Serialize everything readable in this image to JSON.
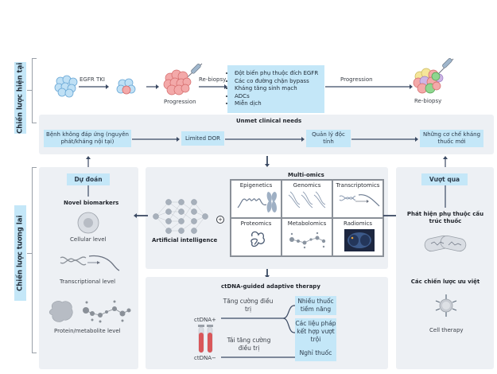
{
  "side_labels": {
    "current": "Chiến lược hiện tại",
    "future": "Chiến lược tương lai"
  },
  "top_flow": {
    "egfr_tki": "EGFR TKI",
    "progression_label": "Progression",
    "rebiopsy_arrow": "Re-biopsy",
    "bullets": [
      "Đột biến phụ thuộc đích EGFR",
      "Các co đường chặn bypass",
      "Kháng tăng sinh mạch",
      "ADCs",
      "Miễn dịch"
    ],
    "progression_arrow": "Progression",
    "rebiopsy_label": "Re-biopsy"
  },
  "unmet": {
    "title": "Unmet clinical needs",
    "boxes": [
      "Bệnh không đáp ứng (nguyên phát/kháng nội tại)",
      "Limited DOR",
      "Quản lý độc tính",
      "Những cơ chế kháng thuốc mới"
    ]
  },
  "predict": {
    "tag": "Dự đoán",
    "title": "Novel biomarkers",
    "levels": [
      "Cellular level",
      "Transcriptional level",
      "Protein/metabolite level"
    ]
  },
  "center": {
    "ai_label": "Artificial intelligence",
    "plus": "+",
    "multiomics_title": "Multi-omics",
    "omics": [
      "Epigenetics",
      "Genomics",
      "Transcriptomics",
      "Proteomics",
      "Metabolomics",
      "Radiomics"
    ]
  },
  "ctdna": {
    "title": "ctDNA-guided adaptive therapy",
    "pos_label": "ctDNA+",
    "neg_label": "ctDNA−",
    "escalate": "Tăng cường điều trị",
    "deescalate": "Tái tăng cường điều trị",
    "outcomes": [
      "Nhiều thuốc tiềm năng",
      "Các liệu pháp kết hợp vượt trội",
      "Nghỉ thuốc"
    ]
  },
  "overcome": {
    "tag": "Vượt qua",
    "title1": "Phát hiện phụ thuộc cấu trúc thuốc",
    "title2": "Các chiến lược ưu việt",
    "cell_therapy": "Cell therapy"
  },
  "colors": {
    "box_blue": "#c4e7f8",
    "panel_gray": "#edf0f4",
    "arrow": "#3b4a63"
  }
}
